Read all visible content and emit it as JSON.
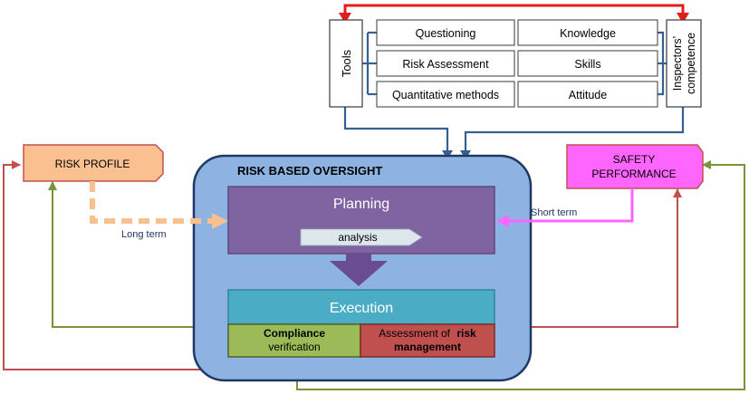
{
  "tools": {
    "label": "Tools",
    "items": [
      "Questioning",
      "Risk Assessment",
      "Quantitative methods"
    ]
  },
  "competence": {
    "label_line1": "Inspectors’",
    "label_line2": "competence",
    "items": [
      "Knowledge",
      "Skills",
      "Attitude"
    ]
  },
  "risk_profile": {
    "label": "RISK PROFILE"
  },
  "safety_performance": {
    "line1": "SAFETY",
    "line2": "PERFORMANCE"
  },
  "rbo": {
    "title": "RISK BASED OVERSIGHT",
    "planning": "Planning",
    "analysis": "analysis",
    "execution": "Execution",
    "compliance_line1": "Compliance",
    "compliance_line2": "verification",
    "assessment_line1a": "Assessment of",
    "assessment_line1b": "risk",
    "assessment_line2": "management"
  },
  "arrows": {
    "long_term": "Long term",
    "short_term": "Short term"
  },
  "colors": {
    "rbo_fill": "#8db3e2",
    "rbo_stroke": "#1f3864",
    "planning": "#8064a2",
    "execution": "#4bacc6",
    "compliance": "#9bbb59",
    "assessment": "#c0504d",
    "risk_profile": "#fac090",
    "safety_performance": "#ff66ff",
    "feedback_red": "#c0504d",
    "feedback_green": "#77933c",
    "connector_blue": "#376092",
    "top_red": "#e41c1c"
  }
}
